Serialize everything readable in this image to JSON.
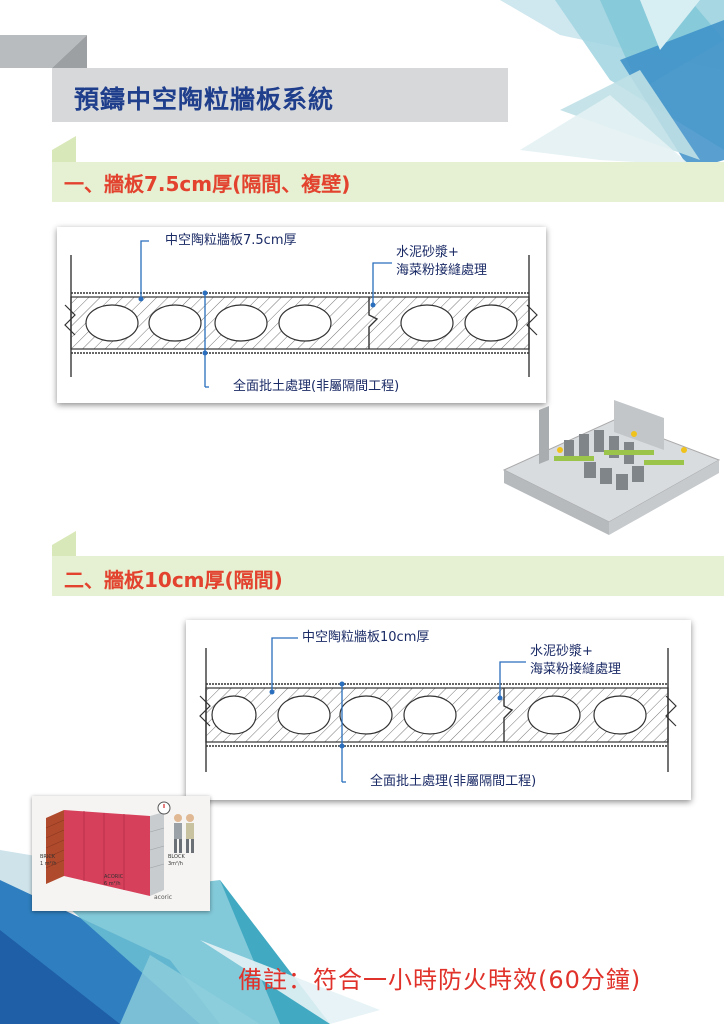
{
  "page": {
    "title": "預鑄中空陶粒牆板系統",
    "note": "備註：符合一小時防火時效(60分鐘)"
  },
  "sections": [
    {
      "heading": "一、牆板7.5cm厚(隔間、複壁)",
      "diagram": {
        "panel_label": "中空陶粒牆板7.5cm厚",
        "joint_label_line1": "水泥砂漿+",
        "joint_label_line2": "海菜粉接縫處理",
        "finish_label": "全面批土處理(非屬隔間工程)"
      }
    },
    {
      "heading": "二、牆板10cm厚(隔間)",
      "diagram": {
        "panel_label": "中空陶粒牆板10cm厚",
        "joint_label_line1": "水泥砂漿+",
        "joint_label_line2": "海菜粉接縫處理",
        "finish_label": "全面批土處理(非屬隔間工程)"
      }
    }
  ],
  "illustration": {
    "brick_label": "BRICK",
    "brick_rate": "1 m²/h",
    "acoric_label": "ACORIC",
    "acoric_rate": "6 m²/h",
    "block_label": "BLOCK",
    "block_rate": "3m²/h",
    "brand": "acoric"
  },
  "colors": {
    "title_text": "#1f3e8c",
    "heading_text": "#e2422e",
    "note_text": "#e0322a",
    "band": "#e6f0d2",
    "leader_line": "#2a6ebd"
  }
}
